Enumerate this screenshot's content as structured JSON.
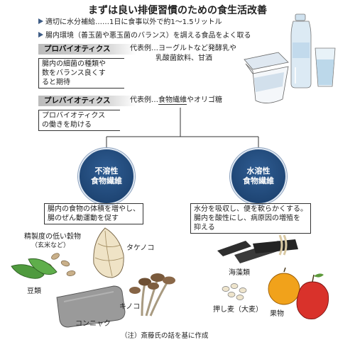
{
  "title": "まずは良い排便習慣のための食生活改善",
  "tips": [
    "適切に水分補給……1日に食事以外で約1～1.5リットル",
    "腸内環境（善玉菌や悪玉菌のバランス）を調える食品をよく取る"
  ],
  "probiotics": {
    "label": "プロバイオティクス",
    "example_line1": "代表例…ヨーグルトなど発酵乳や",
    "example_line2": "乳酸菌飲料、甘酒",
    "desc_lines": [
      "腸内の細菌の種類や",
      "数をバランス良くす",
      "ると期待"
    ]
  },
  "prebiotics": {
    "label": "プレバイオティクス",
    "example_prefix": "代表例…",
    "example_fiber": "食物繊維",
    "example_suffix": "やオリゴ糖",
    "desc_lines": [
      "プロバイオティクス",
      "の働きを助ける"
    ]
  },
  "insoluble": {
    "line1": "不溶性",
    "line2": "食物繊維",
    "desc_lines": [
      "腸内の食物の体積を増やし、",
      "腸のぜん動運動を促す"
    ]
  },
  "soluble": {
    "line1": "水溶性",
    "line2": "食物繊維",
    "desc_lines": [
      "水分を吸収し、便を軟らかくする。",
      "腸内を酸性にし、病原因の増殖を",
      "抑える"
    ]
  },
  "foods": {
    "grains_line1": "精製度の低い穀物",
    "grains_line2": "（玄米など）",
    "bamboo": "タケノコ",
    "beans": "豆類",
    "mushroom": "キノコ",
    "konnyaku": "コンニャク",
    "seaweed": "海藻類",
    "barley": "押し麦（大麦）",
    "fruit": "果物"
  },
  "note": "（注）斎藤氏の話を基に作成",
  "colors": {
    "circle_blue": "#1f4675",
    "arrow_blue": "#3f5d86",
    "banner_gray": "#c4c4c4"
  }
}
